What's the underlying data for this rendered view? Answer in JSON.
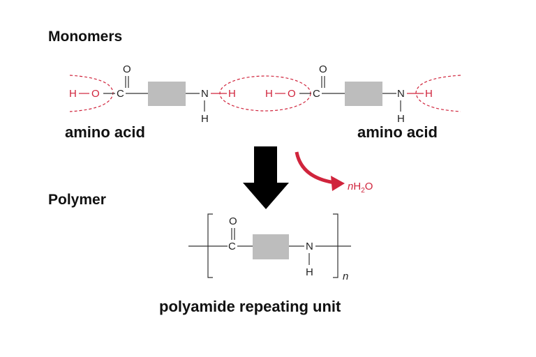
{
  "headings": {
    "monomers": "Monomers",
    "polymer": "Polymer"
  },
  "captions": {
    "left_monomer": "amino acid",
    "right_monomer": "amino acid",
    "repeating_unit": "polyamide repeating unit"
  },
  "atoms": {
    "oxygen": "O",
    "carbon": "C",
    "nitrogen": "N",
    "hydrogen": "H"
  },
  "byproduct": {
    "coefficient": "n",
    "formula_main": "H",
    "subscript": "2",
    "formula_end": "O"
  },
  "repeat_subscript": "n",
  "colors": {
    "highlight": "#d0243c",
    "block": "#bdbdbd",
    "text": "#111111",
    "arrow": "#000000"
  }
}
